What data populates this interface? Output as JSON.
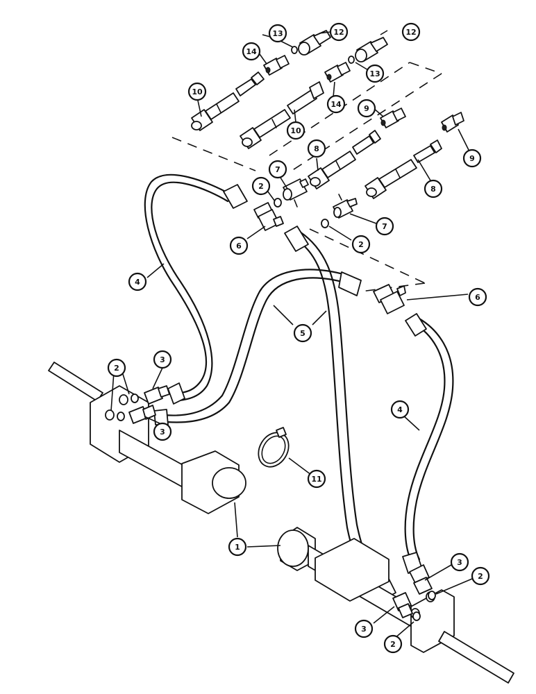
{
  "callouts": [
    {
      "id": "c1",
      "label": "1"
    },
    {
      "id": "c2a",
      "label": "2"
    },
    {
      "id": "c2b",
      "label": "2"
    },
    {
      "id": "c2c",
      "label": "2"
    },
    {
      "id": "c2d",
      "label": "2"
    },
    {
      "id": "c2e",
      "label": "2"
    },
    {
      "id": "c3a",
      "label": "3"
    },
    {
      "id": "c3b",
      "label": "3"
    },
    {
      "id": "c3c",
      "label": "3"
    },
    {
      "id": "c3d",
      "label": "3"
    },
    {
      "id": "c4a",
      "label": "4"
    },
    {
      "id": "c4b",
      "label": "4"
    },
    {
      "id": "c5",
      "label": "5"
    },
    {
      "id": "c6a",
      "label": "6"
    },
    {
      "id": "c6b",
      "label": "6"
    },
    {
      "id": "c7a",
      "label": "7"
    },
    {
      "id": "c7b",
      "label": "7"
    },
    {
      "id": "c8a",
      "label": "8"
    },
    {
      "id": "c8b",
      "label": "8"
    },
    {
      "id": "c9a",
      "label": "9"
    },
    {
      "id": "c9b",
      "label": "9"
    },
    {
      "id": "c10a",
      "label": "10"
    },
    {
      "id": "c10b",
      "label": "10"
    },
    {
      "id": "c11",
      "label": "11"
    },
    {
      "id": "c12a",
      "label": "12"
    },
    {
      "id": "c12b",
      "label": "12"
    },
    {
      "id": "c13a",
      "label": "13"
    },
    {
      "id": "c13b",
      "label": "13"
    },
    {
      "id": "c14a",
      "label": "14"
    },
    {
      "id": "c14b",
      "label": "14"
    }
  ],
  "colors": {
    "line": "#111111",
    "background": "#ffffff"
  }
}
